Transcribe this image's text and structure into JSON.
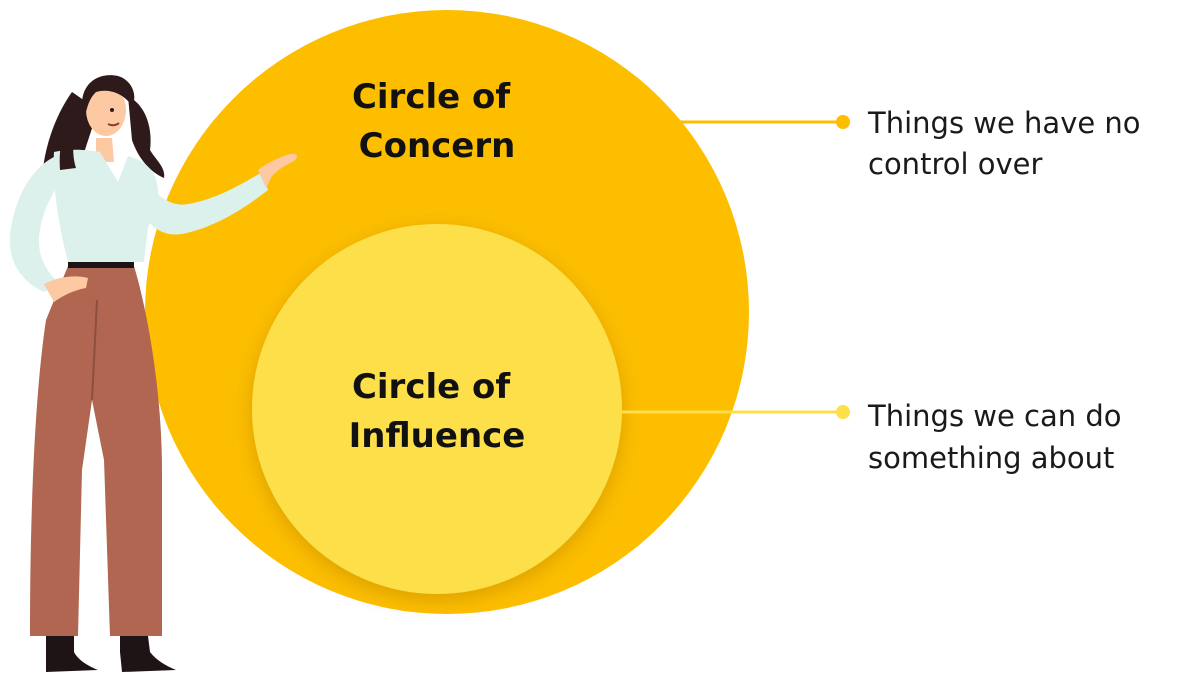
{
  "outer_circle": {
    "title_line1": "Circle of",
    "title_line2": "Concern",
    "color": "#FDBE00"
  },
  "inner_circle": {
    "title_line1": "Circle of",
    "title_line2": "Influence",
    "color": "#FDDF4A"
  },
  "callouts": [
    {
      "line1": "Things we have no",
      "line2": "control over",
      "color": "#FDBE00"
    },
    {
      "line1": "Things we can do",
      "line2": "something about",
      "color": "#FDDF4A"
    }
  ],
  "figure": {
    "skin": "#FCC9A3",
    "hair": "#2E1A1A",
    "blouse": "#DDF1EC",
    "trousers": "#B06650",
    "belt": "#1E1416",
    "shoes": "#1E1416"
  }
}
